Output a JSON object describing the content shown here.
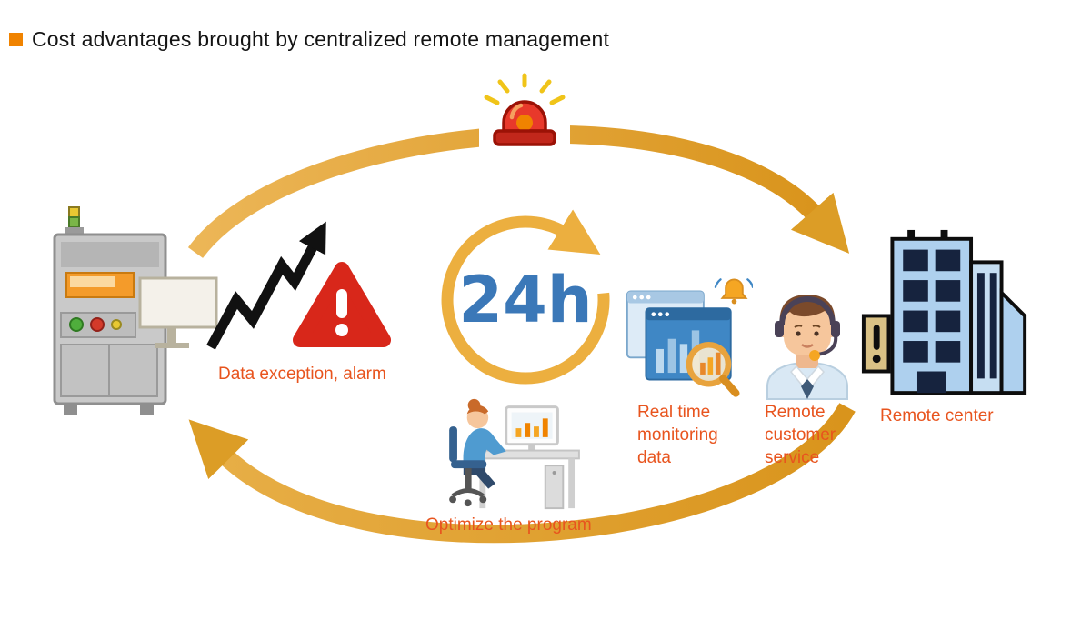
{
  "title": {
    "text": "Cost advantages brought by centralized remote management"
  },
  "diagram": {
    "center_badge": "24h",
    "labels": {
      "data_exception": "Data exception, alarm",
      "real_time_monitoring": "Real time monitoring data",
      "remote_customer_service": "Remote customer service",
      "remote_center": "Remote center",
      "optimize_program": "Optimize the program"
    },
    "icons": {
      "alarm_siren": "alarm-siren-icon",
      "machine": "inspection-machine-icon",
      "trend_arrow": "rising-trend-arrow-icon",
      "warning": "warning-triangle-icon",
      "monitoring": "monitoring-dashboard-icon",
      "bell": "notification-bell-icon",
      "magnifier": "magnifier-icon",
      "agent": "customer-service-agent-icon",
      "building": "remote-center-building-icon",
      "workstation": "engineer-workstation-icon"
    },
    "glyphs": {
      "exclamation": "!"
    }
  },
  "colors": {
    "accent_orange": "#f08300",
    "label_orange": "#e8541e",
    "arrow_gold": "#e2a637",
    "badge_blue": "#3b78b8",
    "alert_red": "#d8271a",
    "building_blue": "#aed0ee"
  }
}
